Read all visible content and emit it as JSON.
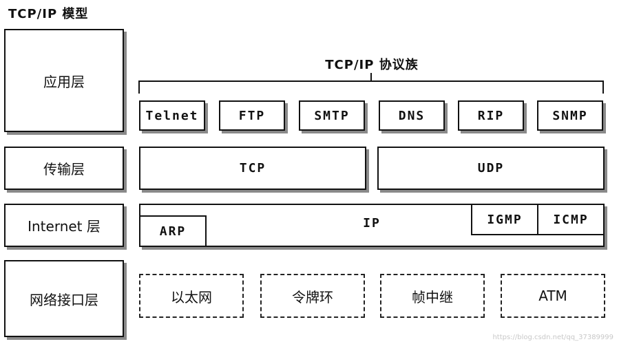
{
  "title": "TCP/IP 模型",
  "layers": {
    "application": "应用层",
    "transport": "传输层",
    "internet": "Internet 层",
    "network_interface": "网络接口层"
  },
  "suite_title": "TCP/IP 协议族",
  "application_protocols": [
    "Telnet",
    "FTP",
    "SMTP",
    "DNS",
    "RIP",
    "SNMP"
  ],
  "transport_protocols": {
    "tcp": "TCP",
    "udp": "UDP"
  },
  "internet_protocols": {
    "ip": "IP",
    "arp": "ARP",
    "igmp": "IGMP",
    "icmp": "ICMP"
  },
  "link_technologies": [
    "以太网",
    "令牌环",
    "帧中继",
    "ATM"
  ],
  "watermark": "https://blog.csdn.net/qq_37389999"
}
